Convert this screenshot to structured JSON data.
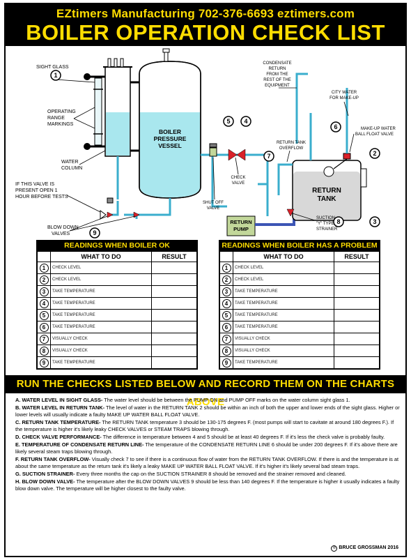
{
  "header": {
    "top_line": "EZtimers Manufacturing  702-376-6693  eztimers.com",
    "title": "BOILER OPERATION CHECK LIST"
  },
  "diagram": {
    "labels": {
      "sight_glass": "SIGHT GLASS",
      "operating_range": [
        "OPERATING",
        "RANGE",
        "MARKINGS"
      ],
      "water_column": [
        "WATER",
        "COLUMN"
      ],
      "valve_note": [
        "IF THIS VALVE IS",
        "PRESENT OPEN 1",
        "HOUR BEFORE TESTS"
      ],
      "blow_down": [
        "BLOW DOWN",
        "VALVES"
      ],
      "boiler": [
        "BOILER",
        "PRESSURE",
        "VESSEL"
      ],
      "shut_off": [
        "SHUT OFF",
        "VALVE"
      ],
      "check_valve": [
        "CHECK",
        "VALVE"
      ],
      "return_pump": [
        "RETURN",
        "PUMP"
      ],
      "condensate": [
        "CONDENSATE",
        "RETURN",
        "FROM THE",
        "REST OF THE",
        "EQUIPMENT"
      ],
      "city_water": [
        "CITY WATER",
        "FOR MAKE-UP"
      ],
      "makeup_valve": [
        "MAKE-UP WATER",
        "BALL FLOAT VALVE"
      ],
      "tank_overflow": [
        "RETURN TANK",
        "OVERFLOW"
      ],
      "return_tank": [
        "RETURN",
        "TANK"
      ],
      "suction": [
        "SUCTION",
        "\"Y\" TYPE",
        "STRAINER"
      ]
    },
    "markers": [
      "1",
      "2",
      "3",
      "4",
      "5",
      "6",
      "7",
      "8",
      "9"
    ]
  },
  "charts": {
    "ok": {
      "title": "READINGS WHEN BOILER OK",
      "col_what": "WHAT TO DO",
      "col_result": "RESULT",
      "rows": [
        {
          "num": "1",
          "task": "CHECK LEVEL"
        },
        {
          "num": "2",
          "task": "CHECK LEVEL"
        },
        {
          "num": "3",
          "task": "TAKE TEMPERATURE"
        },
        {
          "num": "4",
          "task": "TAKE TEMPERATURE"
        },
        {
          "num": "5",
          "task": "TAKE TEMPERATURE"
        },
        {
          "num": "6",
          "task": "TAKE TEMPERATURE"
        },
        {
          "num": "7",
          "task": "VISUALLY CHECK"
        },
        {
          "num": "8",
          "task": "VISUALLY CHECK"
        },
        {
          "num": "9",
          "task": "TAKE TEMPERATURE"
        }
      ]
    },
    "problem": {
      "title": "READINGS WHEN BOILER HAS A PROBLEM",
      "col_what": "WHAT TO DO",
      "col_result": "RESULT",
      "rows": [
        {
          "num": "1",
          "task": "CHECK LEVEL"
        },
        {
          "num": "2",
          "task": "CHECK LEVEL"
        },
        {
          "num": "3",
          "task": "TAKE TEMPERATURE"
        },
        {
          "num": "4",
          "task": "TAKE TEMPERATURE"
        },
        {
          "num": "5",
          "task": "TAKE TEMPERATURE"
        },
        {
          "num": "6",
          "task": "TAKE TEMPERATURE"
        },
        {
          "num": "7",
          "task": "VISUALLY CHECK"
        },
        {
          "num": "8",
          "task": "VISUALLY CHECK"
        },
        {
          "num": "9",
          "task": "TAKE TEMPERATURE"
        }
      ]
    }
  },
  "banner": "RUN THE CHECKS LISTED BELOW AND RECORD THEM ON THE CHARTS ABOVE",
  "checks": [
    {
      "head": "A. WATER LEVEL IN SIGHT GLASS-",
      "text": " The water level should be between the PUMP ON and PUMP OFF marks on the water column sight glass 1."
    },
    {
      "head": "B. WATER LEVEL IN RETURN TANK-",
      "text": " The level of water in the RETURN TANK 2 should be within an inch of both the upper and lower ends of the sight glass. Higher or lower levels will usually indicate a faulty MAKE UP WATER BALL FLOAT VALVE."
    },
    {
      "head": "C. RETURN TANK TEMPERATURE-",
      "text": " The RETURN TANK temperature 3 should be 130-175 degrees F. (most pumps will start to cavitate at around 180 degrees F.). If the temperature is higher it's likely leaky CHECK VALVES or STEAM TRAPS blowing through."
    },
    {
      "head": "D. CHECK VALVE PERFORMANCE-",
      "text": " The difference in temperature between 4 and 5 should be at least 40 degrees F. If it's less the check valve is probably faulty."
    },
    {
      "head": "E. TEMPERATURE OF CONDENSATE RETURN LINE-",
      "text": " The temperature of the CONDENSATE RETURN LINE 6 should be under 200 degrees F. If it's above there are likely several steam traps blowing through."
    },
    {
      "head": "F. RETURN TANK OVERFLOW-",
      "text": " Visually check 7 to see if there is a continuous flow of water from the RETURN TANK OVERFLOW. If there is and the temperature is at about the same temperature as the return tank it's likely a leaky MAKE UP WATER BALL FLOAT VALVE. If it's higher it's likely several bad steam traps."
    },
    {
      "head": "G. SUCTION STRAINER-",
      "text": " Every three months the cap on the SUCTION STRAINER 8 should be removed and the strainer removed and cleaned."
    },
    {
      "head": "H. BLOW DOWN VALVE-",
      "text": " The temperature after the BLOW DOWN VALVES 9 should be less than 140 degrees F. If the temperature is higher it usually indicates a faulty blow down valve. The temperature will be higher closest to the faulty valve."
    }
  ],
  "credit": "BRUCE GROSSMAN 2016",
  "colors": {
    "yellow": "#ffdd00",
    "water": "#a9e7ee",
    "pipe": "#3aaecd",
    "pump": "#c2d79a",
    "valve_red": "#d9222a",
    "return_line": "#3c55b5"
  }
}
